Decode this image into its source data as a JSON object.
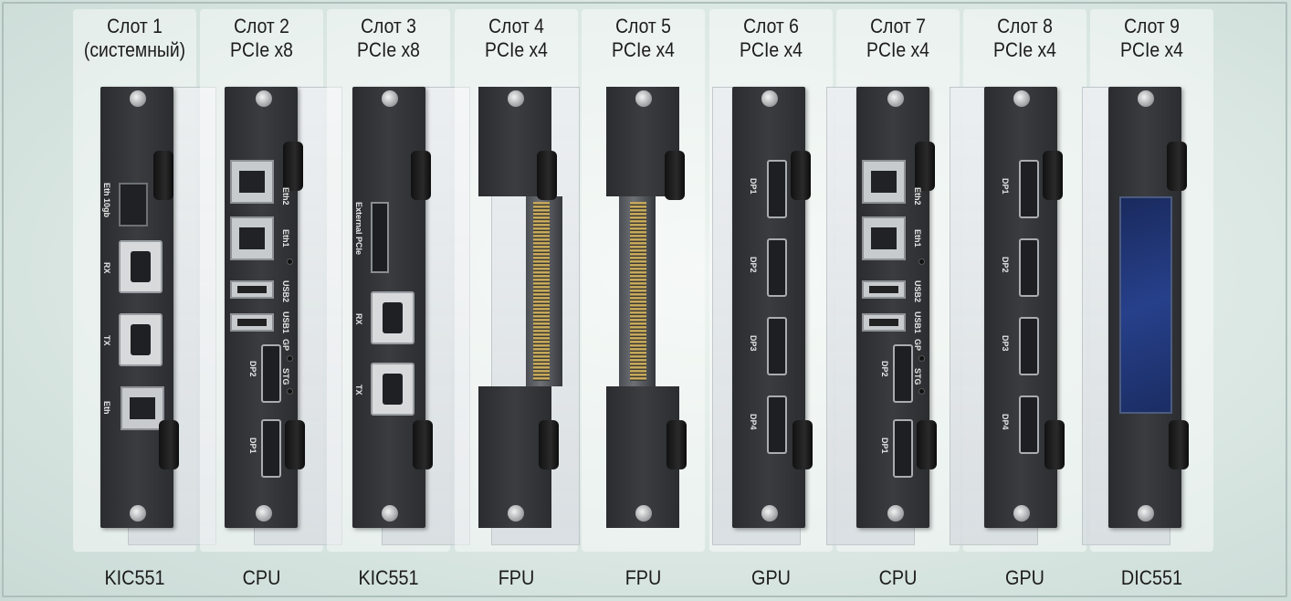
{
  "slots": [
    {
      "title_line1": "Слот 1",
      "title_line2": "(системный)",
      "model": "KIC551"
    },
    {
      "title_line1": "Слот 2",
      "title_line2": "PCIe x8",
      "model": "CPU"
    },
    {
      "title_line1": "Слот 3",
      "title_line2": "PCIe x8",
      "model": "KIC551"
    },
    {
      "title_line1": "Слот 4",
      "title_line2": "PCIe x4",
      "model": "FPU"
    },
    {
      "title_line1": "Слот 5",
      "title_line2": "PCIe x4",
      "model": "FPU"
    },
    {
      "title_line1": "Слот 6",
      "title_line2": "PCIe x4",
      "model": "GPU"
    },
    {
      "title_line1": "Слот 7",
      "title_line2": "PCIe x4",
      "model": "CPU"
    },
    {
      "title_line1": "Слот 8",
      "title_line2": "PCIe x4",
      "model": "GPU"
    },
    {
      "title_line1": "Слот 9",
      "title_line2": "PCIe x4",
      "model": "DIC551"
    }
  ],
  "port_labels": {
    "eth10gb": "Eth 10gb",
    "rx": "RX",
    "tx": "TX",
    "eth": "Eth",
    "eth1": "Eth1",
    "eth2": "Eth2",
    "usb1": "USB1",
    "usb2": "USB2",
    "gp": "GP",
    "stg": "STG",
    "dp1": "DP1",
    "dp2": "DP2",
    "dp3": "DP3",
    "dp4": "DP4",
    "external_pcie": "External PCIe"
  },
  "colors": {
    "faceplate": "#2f3134",
    "background": "#dce8e4",
    "text": "#1c1c1c"
  }
}
